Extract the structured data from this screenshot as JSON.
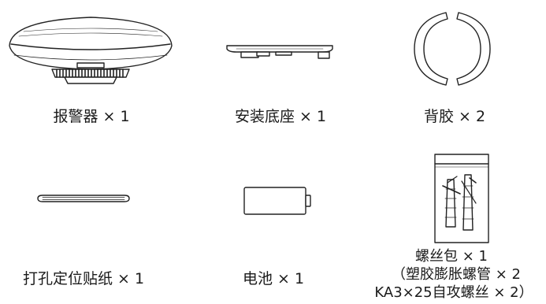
{
  "items": [
    {
      "label": "报警器 × 1"
    },
    {
      "label": "安装底座 × 1"
    },
    {
      "label": "背胶 × 2"
    },
    {
      "label": "打孔定位贴纸 × 1"
    },
    {
      "label": "电池 × 1"
    },
    {
      "lines": [
        "螺丝包 × 1",
        "（塑胶膨胀螺管 × 2",
        "KA3×25自攻螺丝 × 2）"
      ]
    }
  ]
}
